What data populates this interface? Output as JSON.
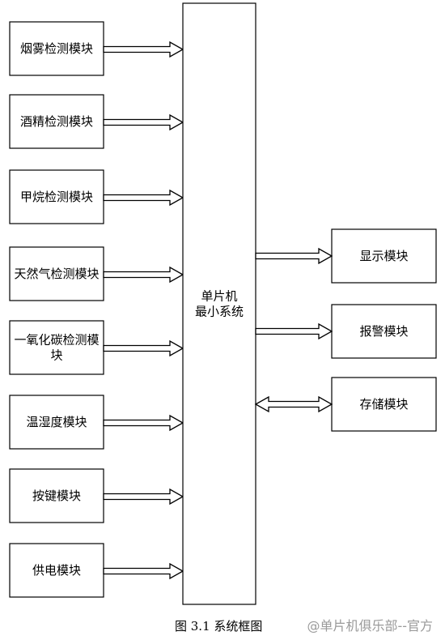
{
  "diagram": {
    "input_modules": [
      {
        "label_lines": [
          "烟雾检测模块"
        ]
      },
      {
        "label_lines": [
          "酒精检测模块"
        ]
      },
      {
        "label_lines": [
          "甲烷检测模块"
        ]
      },
      {
        "label_lines": [
          "天然气检测模块"
        ]
      },
      {
        "label_lines": [
          "一氧化碳检测模",
          "块"
        ]
      },
      {
        "label_lines": [
          "温湿度模块"
        ]
      },
      {
        "label_lines": [
          "按键模块"
        ]
      },
      {
        "label_lines": [
          "供电模块"
        ]
      }
    ],
    "center": {
      "label_lines": [
        "单片机",
        "最小系统"
      ]
    },
    "output_modules": [
      {
        "label": "显示模块",
        "arrow": "out"
      },
      {
        "label": "报警模块",
        "arrow": "out"
      },
      {
        "label": "存储模块",
        "arrow": "both"
      }
    ],
    "caption": "图 3.1  系统框图",
    "watermark": "@单片机俱乐部--官方",
    "colors": {
      "line": "#000000",
      "background": "#ffffff",
      "watermark": "#9a9a9a"
    }
  }
}
